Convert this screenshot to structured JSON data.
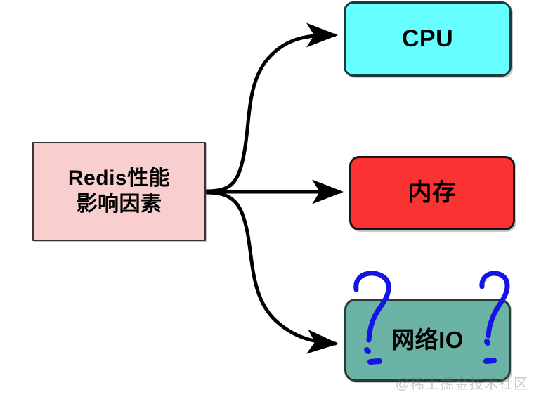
{
  "diagram": {
    "title": "Redis performance factors mind map",
    "background_color": "#FFFFFF",
    "root": {
      "label": "Redis性能\n影响因素",
      "fill": "#F8CECE",
      "stroke": "#3B3238",
      "shape": "rectangle"
    },
    "branches": [
      {
        "id": "cpu",
        "label": "CPU",
        "fill": "#66FFFF",
        "stroke": "#1D3A3F",
        "shape": "rounded-rectangle",
        "edge": "curved"
      },
      {
        "id": "memory",
        "label": "内存",
        "fill": "#FA3232",
        "stroke": "#1F1414",
        "shape": "rounded-rectangle",
        "edge": "straight"
      },
      {
        "id": "netio",
        "label": "网络IO",
        "fill": "#6BB3A4",
        "stroke": "#263B33",
        "shape": "rounded-rectangle",
        "edge": "curved"
      }
    ],
    "annotations": [
      {
        "id": "question-mark-left",
        "glyph": "?",
        "color": "#1414E6",
        "style": "hand-drawn"
      },
      {
        "id": "question-mark-right",
        "glyph": "?",
        "color": "#1414E6",
        "style": "hand-drawn"
      }
    ],
    "edge_color": "#000000",
    "watermark": "@稀土掘金技术社区"
  }
}
